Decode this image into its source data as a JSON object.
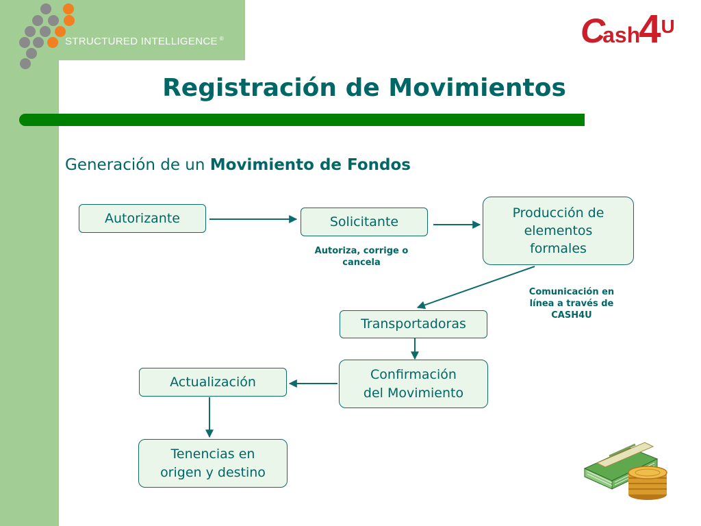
{
  "header": {
    "brand_left": "STRUCTURED INTELLIGENCE",
    "brand_left_mark": "®",
    "brand_right": "Cash4U"
  },
  "title": "Registración de Movimientos",
  "subtitle": {
    "prefix": "Generación de un ",
    "bold": "Movimiento de Fondos"
  },
  "diagram": {
    "nodes": {
      "autorizante": "Autorizante",
      "solicitante": "Solicitante",
      "produccion": "Producción de\nelementos\nformales",
      "transportadoras": "Transportadoras",
      "confirmacion": "Confirmación\ndel Movimiento",
      "actualizacion": "Actualización",
      "tenencias": "Tenencias en\norigen y destino"
    },
    "notes": {
      "autoriza": "Autoriza, corrige o\ncancela",
      "comunicacion": "Comunicación en\nlínea a través de\nCASH4U"
    }
  },
  "colors": {
    "teal": "#006666",
    "green_band": "#a2cd94",
    "node_fill": "#eaf6ea",
    "rule_green": "#008000",
    "logo_orange": "#f08020",
    "logo_gray": "#8a8a8a",
    "cash_red": "#cc1f2a"
  },
  "icons": {
    "logo_left": "dot-cluster-logo",
    "logo_right": "cash4u-logo",
    "decoration": "money-stack-icon"
  }
}
